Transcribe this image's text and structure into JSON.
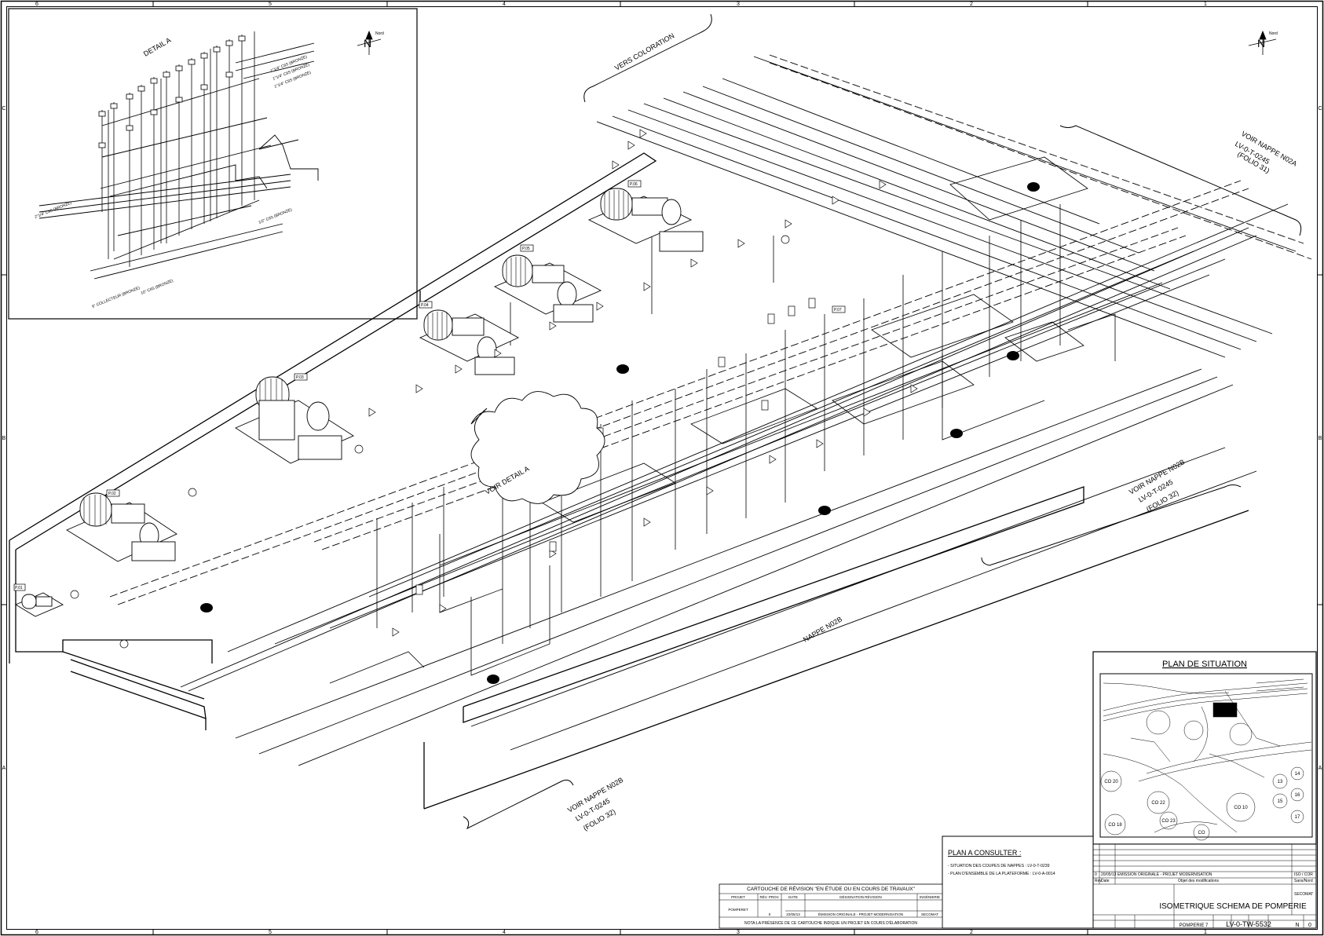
{
  "sheet": {
    "column_numbers": [
      "6",
      "5",
      "4",
      "3",
      "2",
      "1"
    ],
    "row_letters": [
      "C",
      "B",
      "A"
    ]
  },
  "north_label": "N",
  "north_sub": "Nord",
  "detail": {
    "title": "DETAIL A",
    "pipe_labels": [
      "1\"1/4\" CIIS (BRONZE)",
      "1\"1/4\" CIIS (BRONZE)",
      "1\"1/4\" CIIS (BRONZE)",
      "2\"1/4\" CIIS (BRONZE)",
      "1/2\" CIIS (BRONZE)",
      "10\" CIIS (BRONZE)",
      "6\" COLLECTEUR (BRONZE)"
    ]
  },
  "callouts": {
    "vers_coloration": "VERS COLORATION",
    "voir_nappe_top": [
      "VOIR NAPPE N02A",
      "LV-0-T-0245",
      "(FOLIO 31)"
    ],
    "voir_nappe_right": [
      "VOIR NAPPE N02B",
      "LV-0-T-0245",
      "(FOLIO 32)"
    ],
    "voir_nappe_bottom": [
      "VOIR NAPPE N02B",
      "LV-0-T-0245",
      "(FOLIO 32)"
    ],
    "voir_detail": "VOIR DETAIL A",
    "nappe": "NAPPE N02B"
  },
  "pump_tags": [
    "P.01",
    "P.02",
    "P.03",
    "P.04",
    "P.05",
    "P.06",
    "P.07"
  ],
  "plan_situation": {
    "title": "PLAN DE SITUATION",
    "map_labels": [
      "CO 20",
      "CO 22",
      "CO 23",
      "CO 10",
      "CO 18",
      "CO",
      "13",
      "14",
      "15",
      "16",
      "17"
    ]
  },
  "plan_consulter": {
    "title": "PLAN A CONSULTER :",
    "lines": [
      "- SITUATION DES COUPES DE NAPPES : LV-0-T-0239",
      "- PLAN D'ENSEMBLE DE LA PLATEFORME : LV-0-A-0014"
    ]
  },
  "cartouche": {
    "header": "CARTOUCHE DE RÉVISION \"EN ÉTUDE OU EN COURS DE TRAVAUX\"",
    "columns": [
      "PROJET",
      "RÉV. PROV.",
      "DATE",
      "DÉSIGNATION RÉVISION",
      "INGÉNIERIE"
    ],
    "row": {
      "projet": "POMPERET",
      "rev": "0",
      "date": "22/05/13",
      "designation": "ÉMISSION ORIGINALE - PROJET MODERNISATION",
      "ingenierie": "SECOMAT"
    },
    "note": "NOTA:LA PRÉSENCE DE CE CARTOUCHE INDIQUE UN PROJET EN COURS D'ÉLABORATION"
  },
  "title_block": {
    "rev_row": [
      "0",
      "20/05/13",
      "EMISSION ORIGINALE - PROJET MODERNISATION"
    ],
    "rev_header": [
      "Rev",
      "Date",
      "Objet des modifications"
    ],
    "drawing_title": "ISOMETRIQUE SCHEMA DE POMPERIE",
    "drawing_number": "LV-0-TW-5532",
    "folio": "N",
    "revision": "0",
    "unit": "POMPERIE 7",
    "side_labels": [
      "ISO / COR",
      "Sans/Nord",
      "SECOMAT"
    ]
  }
}
